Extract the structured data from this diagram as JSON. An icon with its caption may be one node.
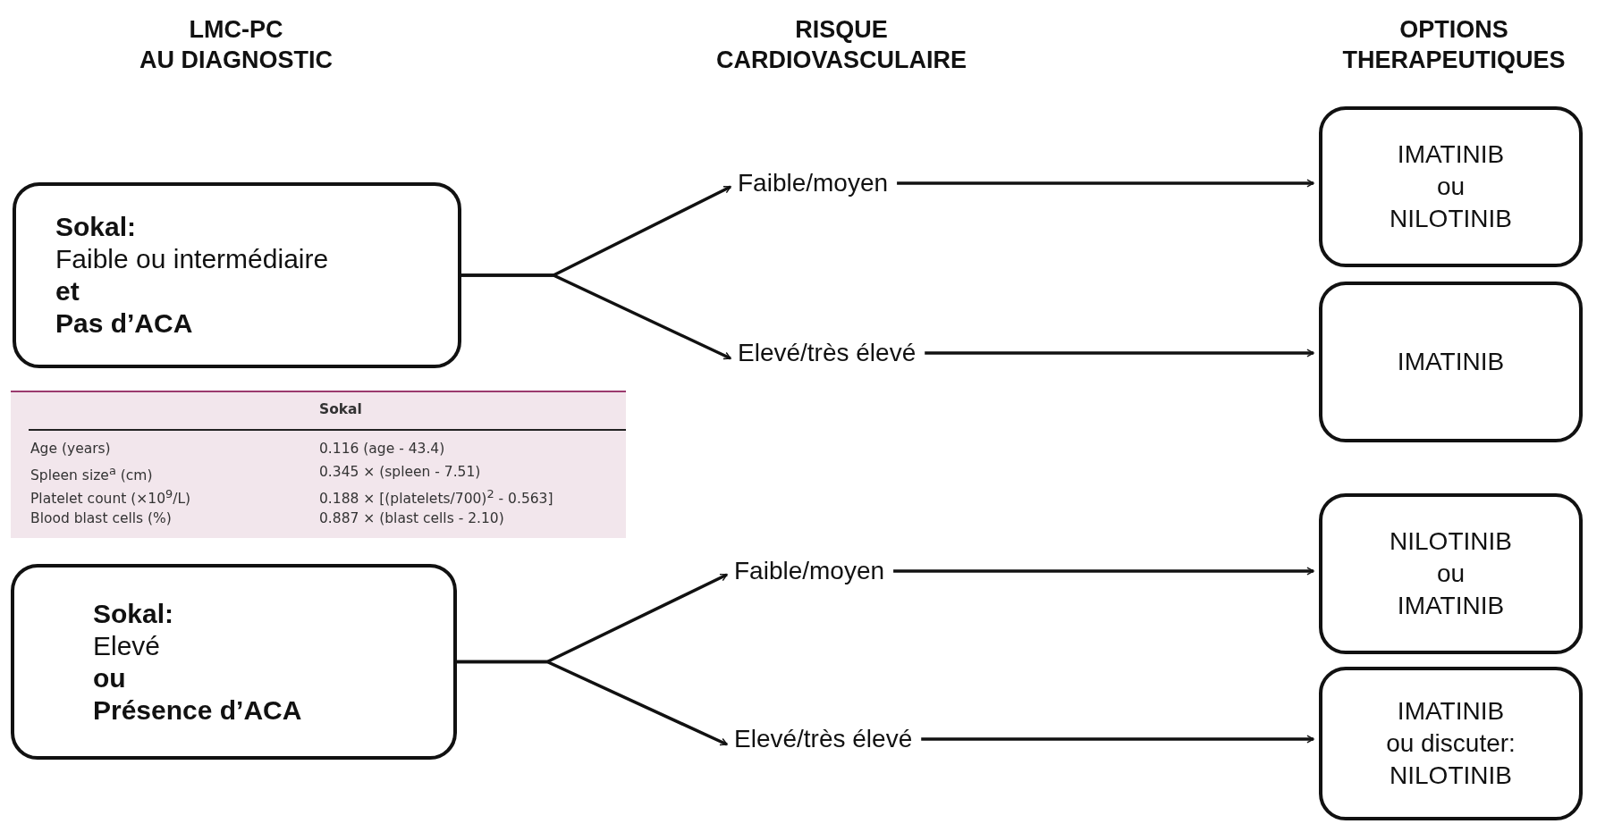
{
  "diagram": {
    "nodes": [
      {
        "text": [
          "**Sokal:**",
          "Faible ou intermédiaire",
          "**et**",
          "**Pas d’ACA**"
        ]
      },
      {
        "text": [
          "Faible/moyen"
        ]
      },
      {
        "text": [
          "IMATINIB",
          "ou",
          "NILOTINIB"
        ]
      },
      {
        "text": [
          "Elevé/très élevé"
        ]
      },
      {
        "text": [
          "IMATINIB"
        ]
      },
      {
        "text": [
          "**Sokal:**",
          "Elevé",
          "**ou**",
          "**Présence d’ACA**"
        ]
      },
      {
        "text": [
          "Faible/moyen"
        ]
      },
      {
        "text": [
          "NILOTINIB",
          "ou",
          "IMATINIB"
        ]
      },
      {
        "text": [
          "Elevé/très élevé"
        ]
      },
      {
        "text": [
          "IMATINIB",
          "ou discuter:",
          "NILOTINIB"
        ]
      }
    ],
    "edges": [
      {
        "from": 0,
        "to": 1,
        "arrow": "to"
      },
      {
        "from": 0,
        "to": 3,
        "arrow": "to"
      },
      {
        "from": 1,
        "to": 2,
        "arrow": "to"
      },
      {
        "from": 3,
        "to": 4,
        "arrow": "to"
      },
      {
        "from": 5,
        "to": 6,
        "arrow": "to"
      },
      {
        "from": 5,
        "to": 8,
        "arrow": "to"
      },
      {
        "from": 6,
        "to": 7,
        "arrow": "to"
      },
      {
        "from": 8,
        "to": 9,
        "arrow": "to"
      }
    ],
    "labels": [
      "LMC-PC",
      "AU DIAGNOSTIC",
      "RISQUE CARDIOVASCULAIRE",
      "OPTIONS THERAPEUTIQUES",
      "Sokal",
      "Age (years)",
      "0.116 (age - 43.4)",
      "Spleen size$^{a}$ (cm)",
      "0.345 × (spleen - 7.51)",
      "Platelet count (×10$^{9}$/L)",
      "0.188 × [(platelets/700)$^{2}$ - 0.563]",
      "Blood blast cells (%)",
      "0.887 × (blast cells - 2.10)"
    ]
  }
}
